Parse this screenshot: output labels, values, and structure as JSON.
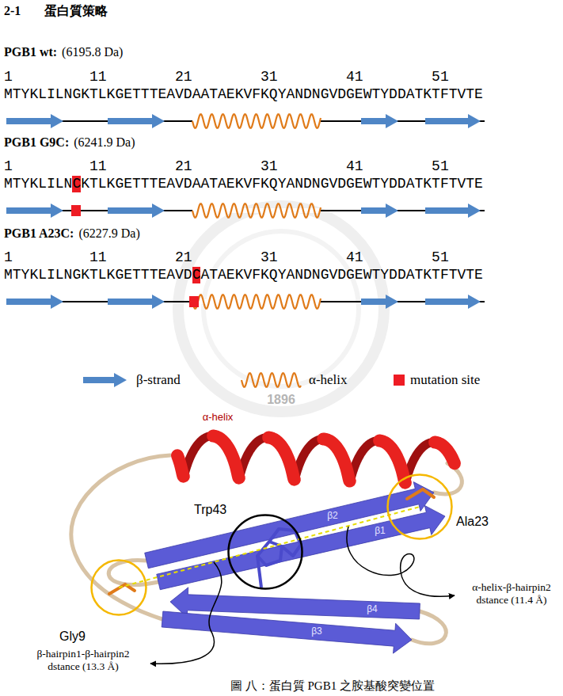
{
  "diagram": {
    "title": "2-1 蛋白質策略",
    "caption": "圖 八：蛋白質 PGB1 之胺基酸突變位置",
    "nodes": [
      {
        "text": [
          "Trp43"
        ]
      },
      {
        "text": [
          "Ala23"
        ]
      },
      {
        "text": [
          "Gly9"
        ]
      }
    ],
    "labels": [
      "PGB1 wt:",
      "(6195.8 Da)",
      "1",
      "11",
      "21",
      "31",
      "41",
      "51",
      "MTYKLILNGKTLKGETTTEAVDAATAEKVFKQYANDNGVDGEWTYDDATKTFTVTE",
      "PGB1 G9C:",
      "(6241.9 Da)",
      "1",
      "11",
      "21",
      "31",
      "41",
      "51",
      "MTYKLILN",
      "C",
      "KTLKGETTTEAVDAATAEKVFKQYANDNGVDGEWTYDDATKTFTVTE",
      "PGB1 A23C:",
      "(6227.9 Da)",
      "1",
      "11",
      "21",
      "31",
      "41",
      "51",
      "MTYKLILNGKTLKGETTTEAVD",
      "C",
      "ATAEKVFKQYANDNGVDGEWTYDDATKTFTVTE",
      "1896",
      "α-helix",
      "β2",
      "β1",
      "β4",
      "β3",
      "α-helix-β-hairpin2 dstance (11.4 Å)",
      "β-hairpin1-β-hairpin2 dstance (13.3 Å)"
    ],
    "legend": [
      {
        "text": "β-strand"
      },
      {
        "text": "α-helix"
      },
      {
        "text": "mutation site",
        "color": "#ee1c24"
      }
    ]
  }
}
